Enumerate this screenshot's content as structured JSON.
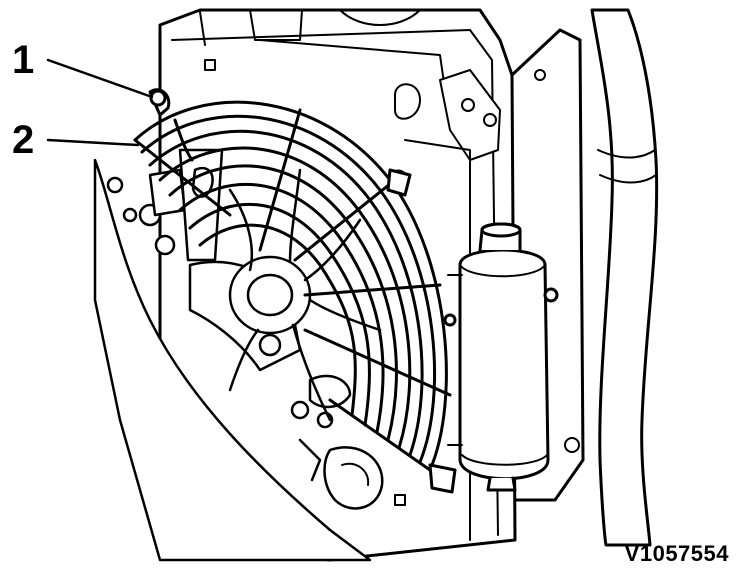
{
  "callouts": [
    {
      "label": "1"
    },
    {
      "label": "2"
    }
  ],
  "figure_id": "V1057554",
  "colors": {
    "line": "#000000",
    "background": "#ffffff"
  }
}
